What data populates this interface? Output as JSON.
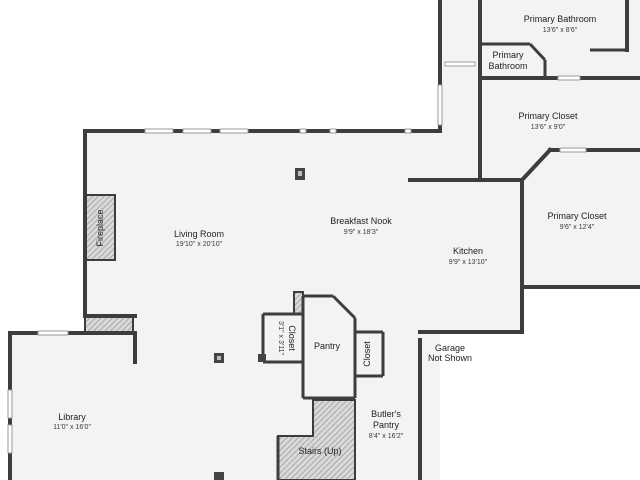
{
  "rooms": {
    "primary_bathroom": {
      "name": "Primary Bathroom",
      "dims": "13'6\" x 8'6\""
    },
    "primary_bathroom_wc": {
      "name_line1": "Primary",
      "name_line2": "Bathroom"
    },
    "primary_closet_1": {
      "name": "Primary Closet",
      "dims": "13'6\" x 9'0\""
    },
    "primary_closet_2": {
      "name": "Primary Closet",
      "dims": "9'6\" x 12'4\""
    },
    "living_room": {
      "name": "Living Room",
      "dims": "19'10\" x 20'10\""
    },
    "breakfast_nook": {
      "name": "Breakfast Nook",
      "dims": "9'9\" x 18'3\""
    },
    "kitchen": {
      "name": "Kitchen",
      "dims": "9'9\" x 13'10\""
    },
    "fireplace": {
      "name": "Fireplace"
    },
    "closet_small": {
      "name": "Closet",
      "dims": "3'1\" x 3'11\""
    },
    "pantry": {
      "name": "Pantry"
    },
    "closet_2": {
      "name": "Closet"
    },
    "garage": {
      "line1": "Garage",
      "line2": "Not Shown"
    },
    "library": {
      "name": "Library",
      "dims": "11'0\" x 16'0\""
    },
    "butlers_pantry": {
      "name": "Butler's",
      "name_line2": "Pantry",
      "dims": "8'4\" x 16'2\""
    },
    "stairs": {
      "name": "Stairs (Up)"
    }
  },
  "colors": {
    "wall": "#3d3d3d",
    "floor": "#f3f3f3",
    "background": "#ffffff"
  }
}
